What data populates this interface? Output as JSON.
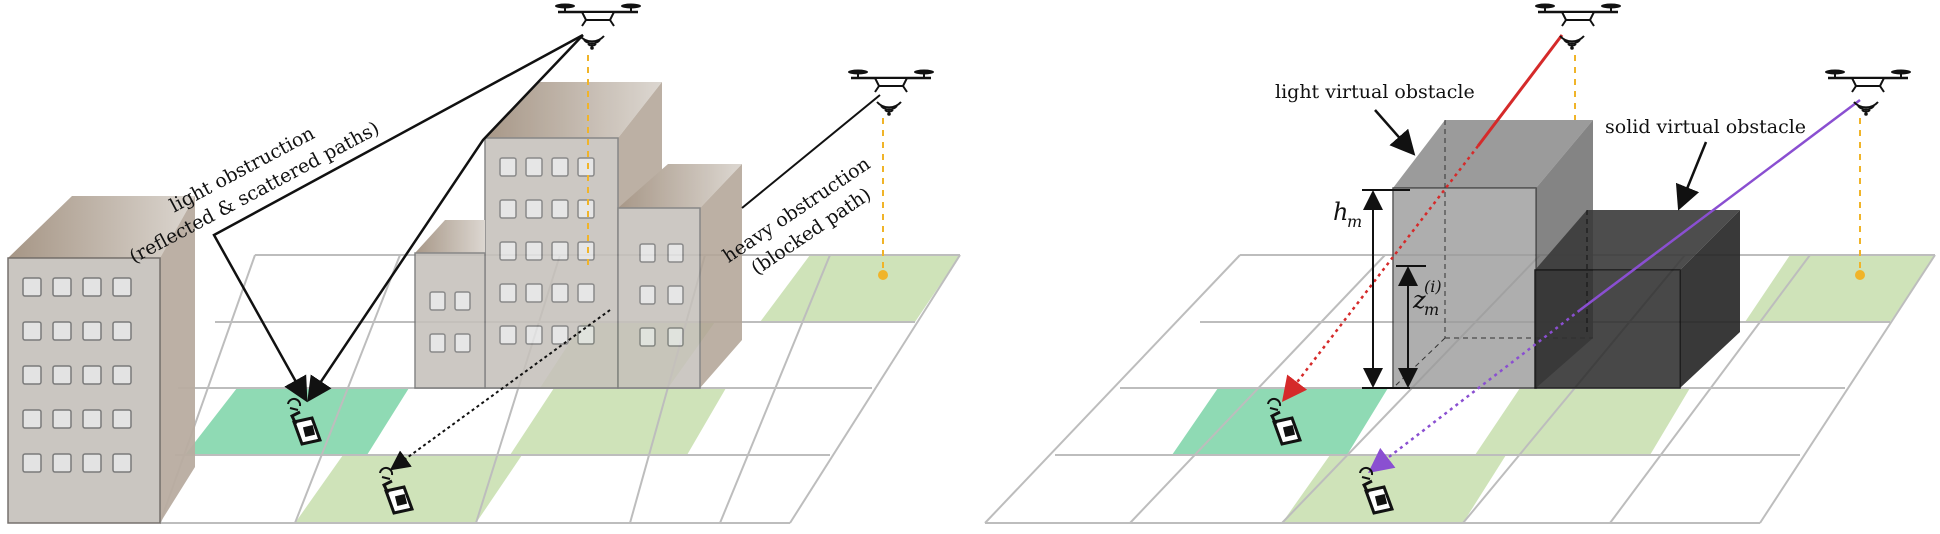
{
  "left_panel": {
    "light_label_line1": "light obstruction",
    "light_label_line2": "(reflected & scattered paths)",
    "heavy_label_line1": "heavy obstruction",
    "heavy_label_line2": "(blocked path)"
  },
  "right_panel": {
    "light_virtual_label": "light virtual obstacle",
    "solid_virtual_label": "solid virtual obstacle",
    "h_symbol": "h",
    "h_subscript": "m",
    "z_symbol": "z",
    "z_subscript": "m",
    "z_superscript": "(i)"
  },
  "colors": {
    "grid_line": "#bdbdbd",
    "highlight_green": "#cfe3b9",
    "user_cell": "#8fdab4",
    "drone_projection": "#f0b429",
    "red_path": "#d52a2a",
    "purple_path": "#8a4fd1",
    "building_facade": "#c9c2b9",
    "light_obstacle": "#9a9a9a",
    "solid_obstacle": "#2f2f2f"
  },
  "icons": [
    "drone-icon",
    "wifi-signal-icon",
    "user-device-icon"
  ]
}
